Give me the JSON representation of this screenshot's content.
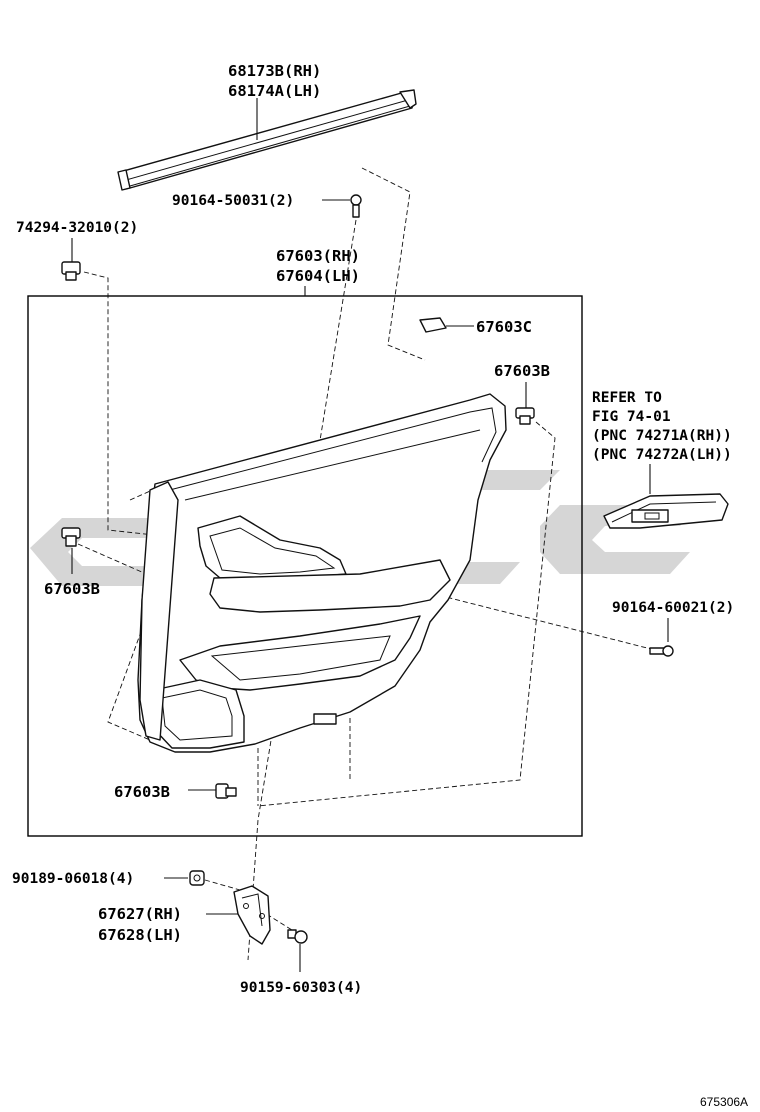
{
  "labels": {
    "belt_moulding_rh": "68173B(RH)",
    "belt_moulding_lh": "68174A(LH)",
    "screw_top": "90164-50031(2)",
    "clip_74294": "74294-32010(2)",
    "trim_rh": "67603(RH)",
    "trim_lh": "67604(LH)",
    "pad_67603c": "67603C",
    "clip_b_upper_right": "67603B",
    "clip_b_left": "67603B",
    "clip_b_bottom": "67603B",
    "refer_line1": "REFER TO",
    "refer_line2": "FIG 74-01",
    "refer_line3": "(PNC 74271A(RH))",
    "refer_line4": "(PNC 74272A(LH))",
    "screw_right": "90164-60021(2)",
    "nut_left": "90189-06018(4)",
    "bracket_rh": "67627(RH)",
    "bracket_lh": "67628(LH)",
    "screw_bracket": "90159-60303(4)"
  },
  "figure_number": "675306A"
}
